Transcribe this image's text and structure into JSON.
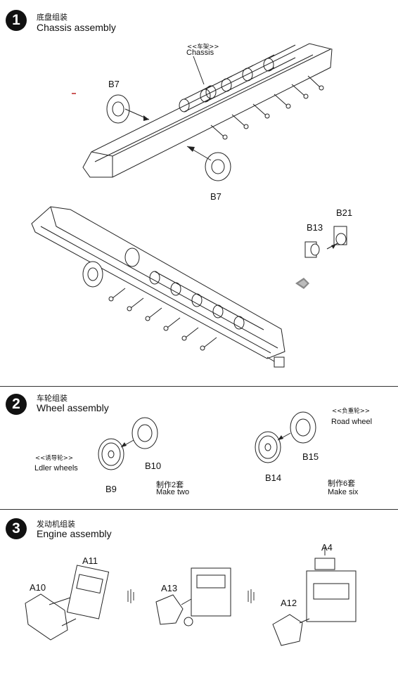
{
  "sections": [
    {
      "number": "1",
      "title_cn": "底盘组装",
      "title_en": "Chassis assembly",
      "callouts": {
        "chassis_cn": "<<车架>>",
        "chassis_en": "Chassis",
        "b7_top": "B7",
        "b7_bottom": "B7",
        "b13": "B13",
        "b21": "B21"
      }
    },
    {
      "number": "2",
      "title_cn": "车轮组装",
      "title_en": "Wheel assembly",
      "callouts": {
        "idler_cn": "<<诱导轮>>",
        "idler_en": "Ldler wheels",
        "b9": "B9",
        "b10": "B10",
        "make_two_cn": "制作2套",
        "make_two_en": "Make two",
        "road_cn": "<<负重轮>>",
        "road_en": "Road wheel",
        "b14": "B14",
        "b15": "B15",
        "make_six_cn": "制作6套",
        "make_six_en": "Make six"
      }
    },
    {
      "number": "3",
      "title_cn": "发动机组装",
      "title_en": "Engine assembly",
      "callouts": {
        "a10": "A10",
        "a11": "A11",
        "a13": "A13",
        "a4": "A4",
        "a12": "A12"
      }
    }
  ]
}
